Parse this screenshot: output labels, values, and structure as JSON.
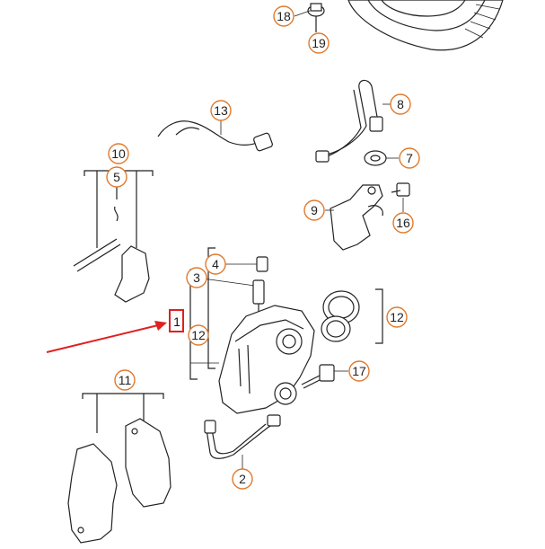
{
  "diagram": {
    "callouts": {
      "c18": "18",
      "c19": "19",
      "c13": "13",
      "c8": "8",
      "c7": "7",
      "c10": "10",
      "c5": "5",
      "c9": "9",
      "c16": "16",
      "c4": "4",
      "c3": "3",
      "c12a": "12",
      "c12b": "12",
      "c17": "17",
      "c11": "11",
      "c2": "2"
    },
    "highlight_label": "1",
    "highlight_color": "#e02020",
    "callout_color": "#e07a2e"
  }
}
